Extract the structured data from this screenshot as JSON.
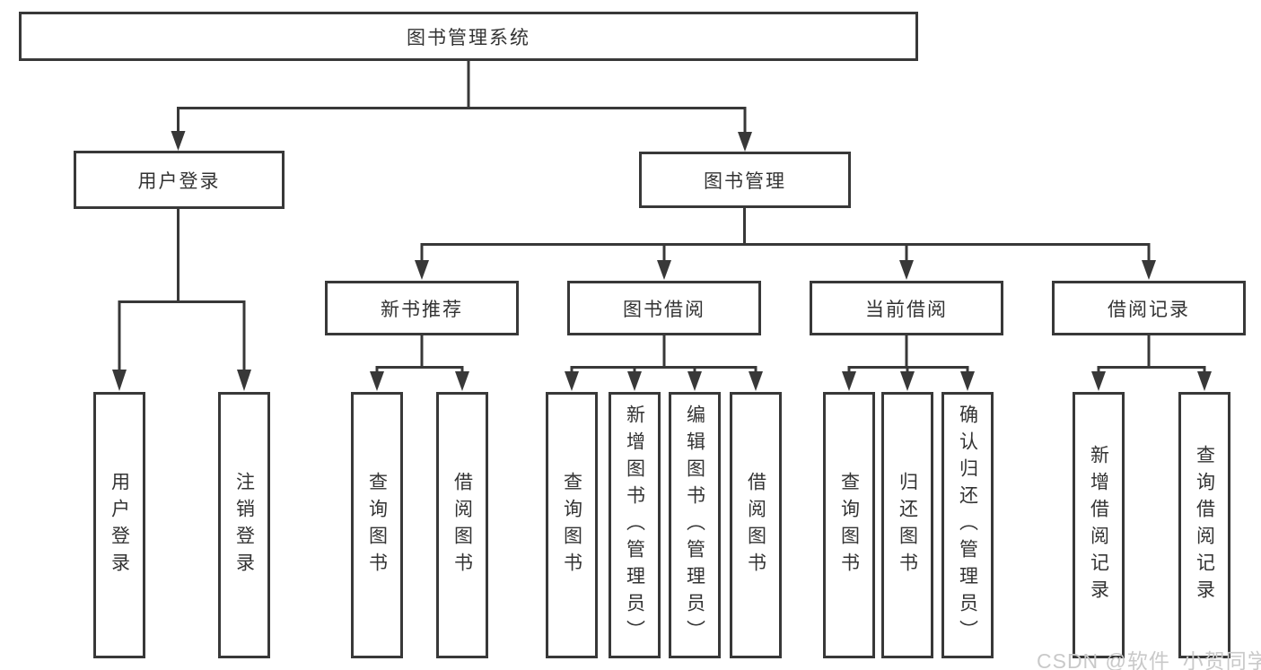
{
  "tree": {
    "root": {
      "label": "图书管理系统"
    },
    "branches": [
      {
        "label": "用户登录",
        "leaves": [
          {
            "label": "用户登录"
          },
          {
            "label": "注销登录"
          }
        ]
      },
      {
        "label": "图书管理",
        "groups": [
          {
            "label": "新书推荐",
            "leaves": [
              {
                "label": "查询图书"
              },
              {
                "label": "借阅图书"
              }
            ]
          },
          {
            "label": "图书借阅",
            "leaves": [
              {
                "label": "查询图书"
              },
              {
                "label": "新增图书（管理员）"
              },
              {
                "label": "编辑图书（管理员）"
              },
              {
                "label": "借阅图书"
              }
            ]
          },
          {
            "label": "当前借阅",
            "leaves": [
              {
                "label": "查询图书"
              },
              {
                "label": "归还图书"
              },
              {
                "label": "确认归还（管理员）"
              }
            ]
          },
          {
            "label": "借阅记录",
            "leaves": [
              {
                "label": "新增借阅记录"
              },
              {
                "label": "查询借阅记录"
              }
            ]
          }
        ]
      }
    ]
  },
  "watermark": {
    "text": "CSDN @软件_小贺同学"
  },
  "colors": {
    "line": "#383838",
    "text": "#333333",
    "background": "#ffffff",
    "watermark": "#c9c9c9"
  }
}
